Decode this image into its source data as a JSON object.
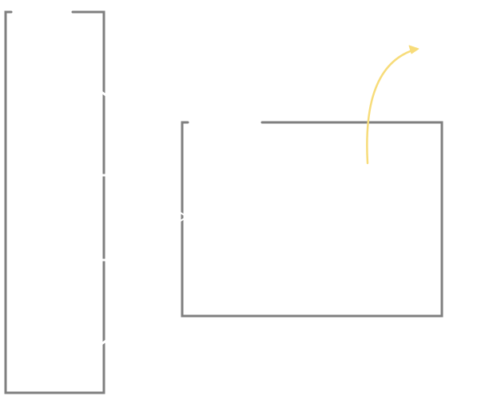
{
  "canvas": {
    "background": "#ffffff"
  },
  "colors": {
    "outline": "#7f7f7f",
    "arrow": "#f7dc7a"
  },
  "shapes": [
    {
      "name": "left-tall-container",
      "kind": "outlined-rectangle-with-top-gap"
    },
    {
      "name": "right-wide-container",
      "kind": "outlined-rectangle-with-top-gap"
    },
    {
      "name": "curved-arrow",
      "kind": "yellow-curved-arrow"
    }
  ]
}
